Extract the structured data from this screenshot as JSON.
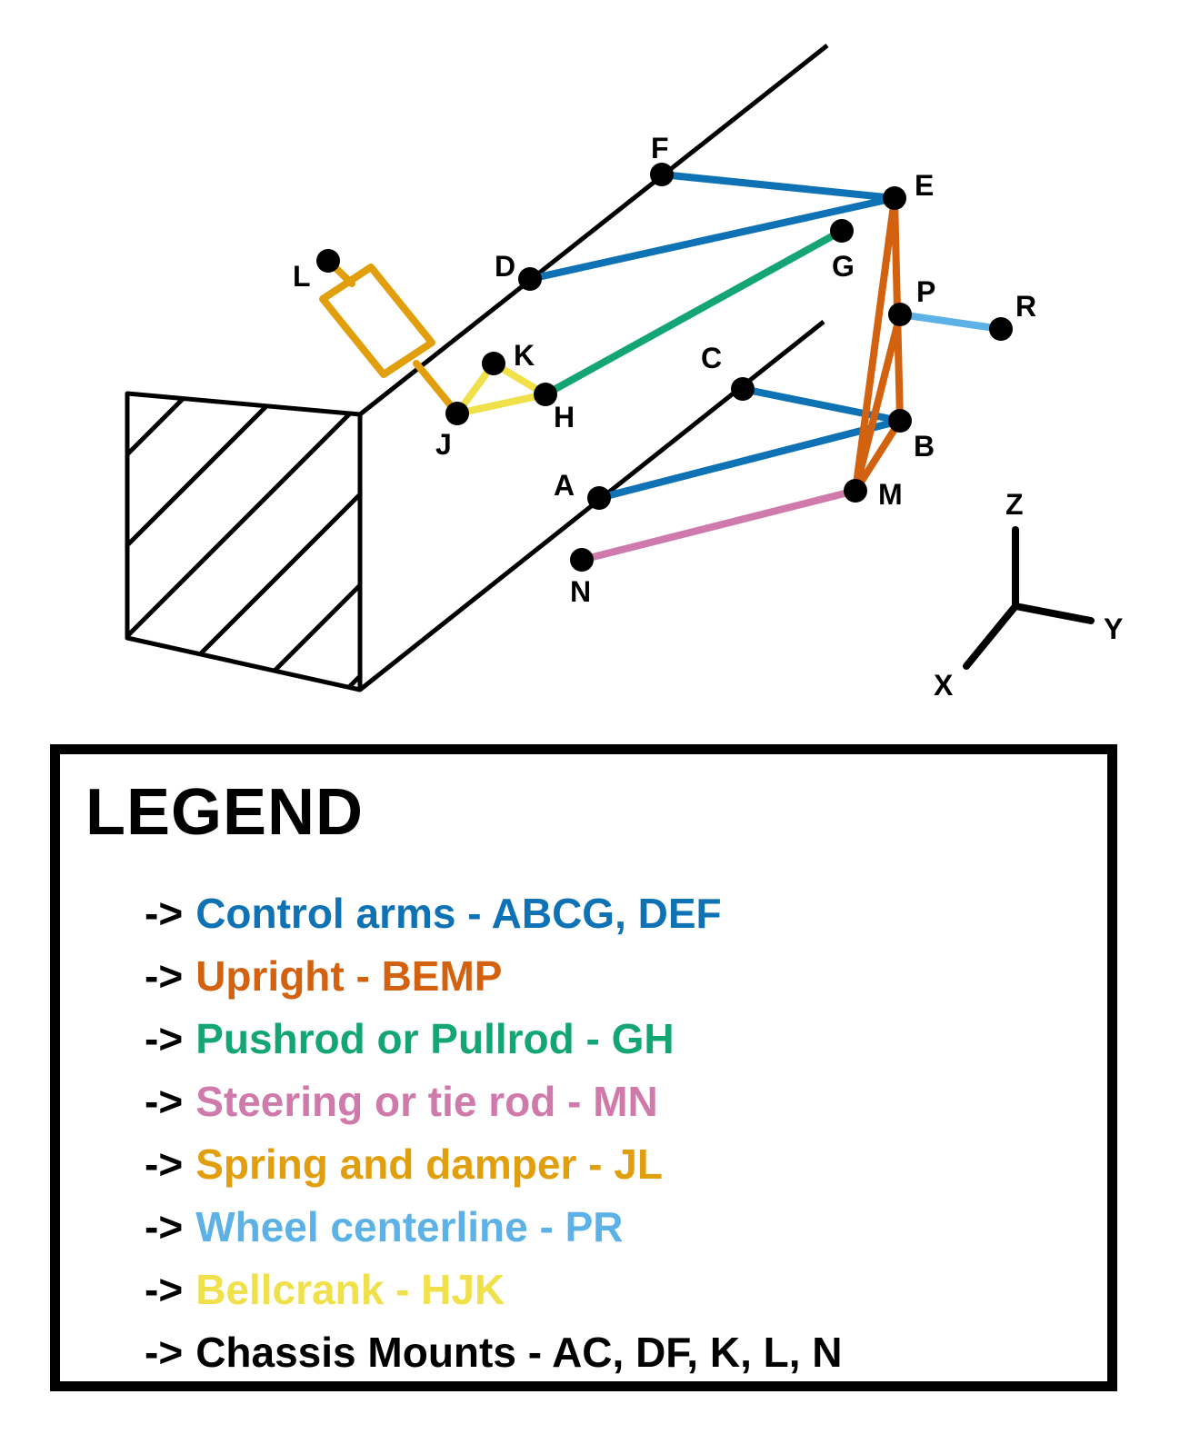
{
  "colors": {
    "control_arms": "#0f72b5",
    "upright": "#d2620f",
    "pushrod": "#14a577",
    "steering": "#cf7aab",
    "spring_damper": "#e29f0d",
    "wheel_centerline": "#5cb2e6",
    "bellcrank": "#f0e04a",
    "chassis": "#000000"
  },
  "points": {
    "A": "A",
    "B": "B",
    "C": "C",
    "D": "D",
    "E": "E",
    "F": "F",
    "G": "G",
    "H": "H",
    "J": "J",
    "K": "K",
    "L": "L",
    "M": "M",
    "N": "N",
    "P": "P",
    "R": "R"
  },
  "axes": {
    "x": "X",
    "y": "Y",
    "z": "Z"
  },
  "legend": {
    "title": "LEGEND",
    "arrow": "->",
    "items": [
      {
        "text": "Control arms - ABCG, DEF",
        "color": "#0f72b5"
      },
      {
        "text": "Upright - BEMP",
        "color": "#d2620f"
      },
      {
        "text": "Pushrod or Pullrod - GH",
        "color": "#14a577"
      },
      {
        "text": "Steering or tie rod - MN",
        "color": "#cf7aab"
      },
      {
        "text": "Spring and damper - JL",
        "color": "#e29f0d"
      },
      {
        "text": "Wheel centerline - PR",
        "color": "#5cb2e6"
      },
      {
        "text": "Bellcrank - HJK",
        "color": "#f0e04a"
      },
      {
        "text": "Chassis Mounts - AC, DF, K, L, N",
        "color": "#000000"
      }
    ]
  }
}
